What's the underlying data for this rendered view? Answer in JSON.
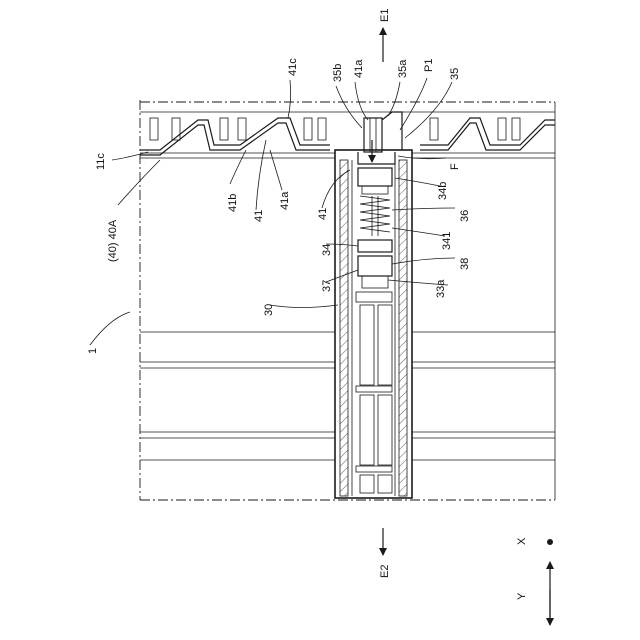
{
  "labels": {
    "e1": "E1",
    "e2": "E2",
    "x_axis": "X",
    "y_axis": "Y",
    "ref_41c": "41c",
    "ref_41a_top": "41a",
    "ref_35b": "35b",
    "ref_35a": "35a",
    "ref_p1": "P1",
    "ref_35": "35",
    "ref_11c": "11c",
    "ref_40a": "(40) 40A",
    "ref_41b": "41b",
    "ref_41_left": "41",
    "ref_41a_left": "41a",
    "ref_41_mid": "41",
    "ref_f": "F",
    "ref_34b": "34b",
    "ref_36": "36",
    "ref_341": "341",
    "ref_34": "34",
    "ref_38": "38",
    "ref_37": "37",
    "ref_33a": "33a",
    "ref_30": "30",
    "ref_1": "1"
  },
  "icons": {
    "axis_dot": "filled-circle",
    "arrows": "solid-arrowheads"
  }
}
